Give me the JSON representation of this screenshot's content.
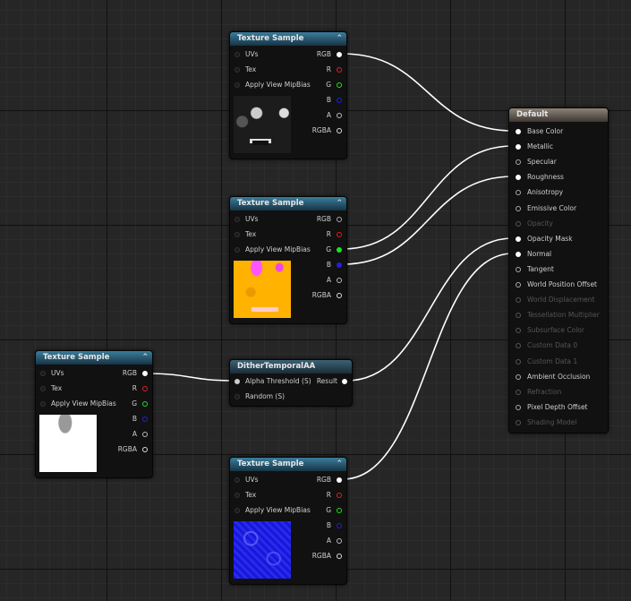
{
  "nodes": {
    "tex1": {
      "title": "Texture Sample",
      "inputs": [
        "UVs",
        "Tex",
        "Apply View MipBias"
      ],
      "outputs": [
        "RGB",
        "R",
        "G",
        "B",
        "A",
        "RGBA"
      ]
    },
    "tex2": {
      "title": "Texture Sample",
      "inputs": [
        "UVs",
        "Tex",
        "Apply View MipBias"
      ],
      "outputs": [
        "RGB",
        "R",
        "G",
        "B",
        "A",
        "RGBA"
      ]
    },
    "tex3": {
      "title": "Texture Sample",
      "inputs": [
        "UVs",
        "Tex",
        "Apply View MipBias"
      ],
      "outputs": [
        "RGB",
        "R",
        "G",
        "B",
        "A",
        "RGBA"
      ]
    },
    "tex4": {
      "title": "Texture Sample",
      "inputs": [
        "UVs",
        "Tex",
        "Apply View MipBias"
      ],
      "outputs": [
        "RGB",
        "R",
        "G",
        "B",
        "A",
        "RGBA"
      ]
    },
    "dither": {
      "title": "DitherTemporalAA",
      "inputs": [
        "Alpha Threshold (S)",
        "Random (S)"
      ],
      "output": "Result"
    },
    "material": {
      "title": "Default",
      "inputs": [
        "Base Color",
        "Metallic",
        "Specular",
        "Roughness",
        "Anisotropy",
        "Emissive Color",
        "Opacity",
        "Opacity Mask",
        "Normal",
        "Tangent",
        "World Position Offset",
        "World Displacement",
        "Tessellation Multiplier",
        "Subsurface Color",
        "Custom Data 0",
        "Custom Data 1",
        "Ambient Occlusion",
        "Refraction",
        "Pixel Depth Offset",
        "Shading Model"
      ],
      "disabled": [
        "Opacity",
        "World Displacement",
        "Tessellation Multiplier",
        "Subsurface Color",
        "Custom Data 0",
        "Custom Data 1",
        "Refraction",
        "Shading Model"
      ]
    }
  },
  "icons": {
    "collapse": "chevron-up-icon"
  },
  "colors": {
    "wire": "#ffffff",
    "pin_R": "#e02020",
    "pin_G": "#20e020",
    "pin_B": "#2020e0",
    "texture_header": "#2f6b88",
    "material_header": "#8d8378"
  }
}
